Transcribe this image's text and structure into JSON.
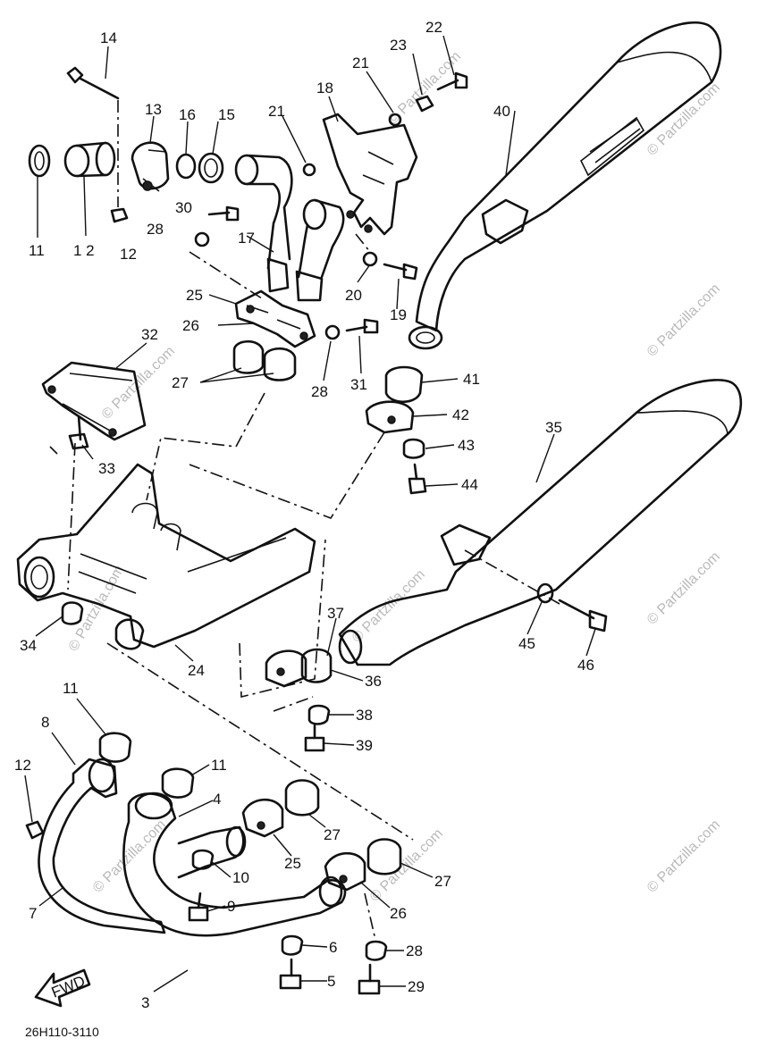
{
  "diagram": {
    "code": "26H110-3110",
    "watermark": "© Partzilla.com",
    "fwd_label": "FWD",
    "callouts": [
      {
        "id": "c14",
        "text": "14"
      },
      {
        "id": "c13",
        "text": "13"
      },
      {
        "id": "c16",
        "text": "16"
      },
      {
        "id": "c15",
        "text": "15"
      },
      {
        "id": "c11a",
        "text": "11"
      },
      {
        "id": "c12a",
        "text": "1 2"
      },
      {
        "id": "c12b",
        "text": "12"
      },
      {
        "id": "c21a",
        "text": "21"
      },
      {
        "id": "c21b",
        "text": "21"
      },
      {
        "id": "c18",
        "text": "18"
      },
      {
        "id": "c23",
        "text": "23"
      },
      {
        "id": "c22",
        "text": "22"
      },
      {
        "id": "c40",
        "text": "40"
      },
      {
        "id": "c30",
        "text": "30"
      },
      {
        "id": "c28a",
        "text": "28"
      },
      {
        "id": "c17",
        "text": "17"
      },
      {
        "id": "c20",
        "text": "20"
      },
      {
        "id": "c19",
        "text": "19"
      },
      {
        "id": "c25a",
        "text": "25"
      },
      {
        "id": "c26a",
        "text": "26"
      },
      {
        "id": "c32",
        "text": "32"
      },
      {
        "id": "c27a",
        "text": "27"
      },
      {
        "id": "c28b",
        "text": "28"
      },
      {
        "id": "c31",
        "text": "31"
      },
      {
        "id": "c41",
        "text": "41"
      },
      {
        "id": "c42",
        "text": "42"
      },
      {
        "id": "c35",
        "text": "35"
      },
      {
        "id": "c43",
        "text": "43"
      },
      {
        "id": "c33",
        "text": "33"
      },
      {
        "id": "c44",
        "text": "44"
      },
      {
        "id": "c34",
        "text": "34"
      },
      {
        "id": "c24",
        "text": "24"
      },
      {
        "id": "c37",
        "text": "37"
      },
      {
        "id": "c45",
        "text": "45"
      },
      {
        "id": "c46",
        "text": "46"
      },
      {
        "id": "c36",
        "text": "36"
      },
      {
        "id": "c11b",
        "text": "11"
      },
      {
        "id": "c38",
        "text": "38"
      },
      {
        "id": "c8",
        "text": "8"
      },
      {
        "id": "c39",
        "text": "39"
      },
      {
        "id": "c12c",
        "text": "12"
      },
      {
        "id": "c11c",
        "text": "11"
      },
      {
        "id": "c4",
        "text": "4"
      },
      {
        "id": "c27b",
        "text": "27"
      },
      {
        "id": "c25b",
        "text": "25"
      },
      {
        "id": "c10",
        "text": "10"
      },
      {
        "id": "c27c",
        "text": "27"
      },
      {
        "id": "c7",
        "text": "7"
      },
      {
        "id": "c9",
        "text": "9"
      },
      {
        "id": "c26b",
        "text": "26"
      },
      {
        "id": "c6",
        "text": "6"
      },
      {
        "id": "c28c",
        "text": "28"
      },
      {
        "id": "c5",
        "text": "5"
      },
      {
        "id": "c29",
        "text": "29"
      },
      {
        "id": "c3",
        "text": "3"
      }
    ]
  }
}
